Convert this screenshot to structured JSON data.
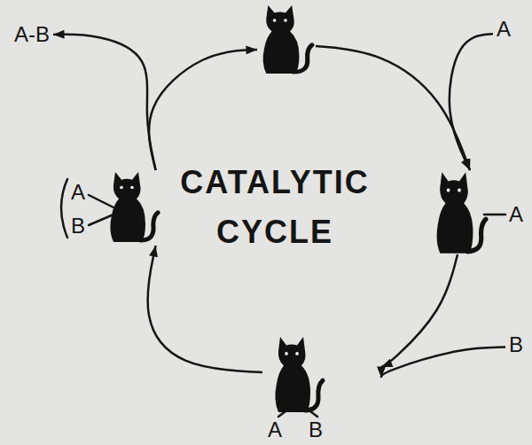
{
  "diagram": {
    "title": "CATALYTIC CYCLE",
    "nodes": [
      {
        "text": [
          "A-B"
        ]
      },
      {
        "text": []
      },
      {
        "text": [
          "A"
        ]
      },
      {
        "text": [
          "A",
          "B"
        ]
      },
      {
        "text": [
          "A"
        ]
      },
      {
        "text": [
          "A",
          "B"
        ]
      },
      {
        "text": [
          "B"
        ]
      }
    ],
    "edges": [
      {
        "from": 1,
        "to": 4,
        "arrow": "to"
      },
      {
        "from": 2,
        "to": 4,
        "arrow": "to"
      },
      {
        "from": 4,
        "to": 5,
        "arrow": "to"
      },
      {
        "from": 6,
        "to": 5,
        "arrow": "to"
      },
      {
        "from": 5,
        "to": 3,
        "arrow": "to"
      },
      {
        "from": 3,
        "to": 1,
        "arrow": "to"
      },
      {
        "from": 3,
        "to": 0,
        "arrow": "to"
      }
    ]
  }
}
